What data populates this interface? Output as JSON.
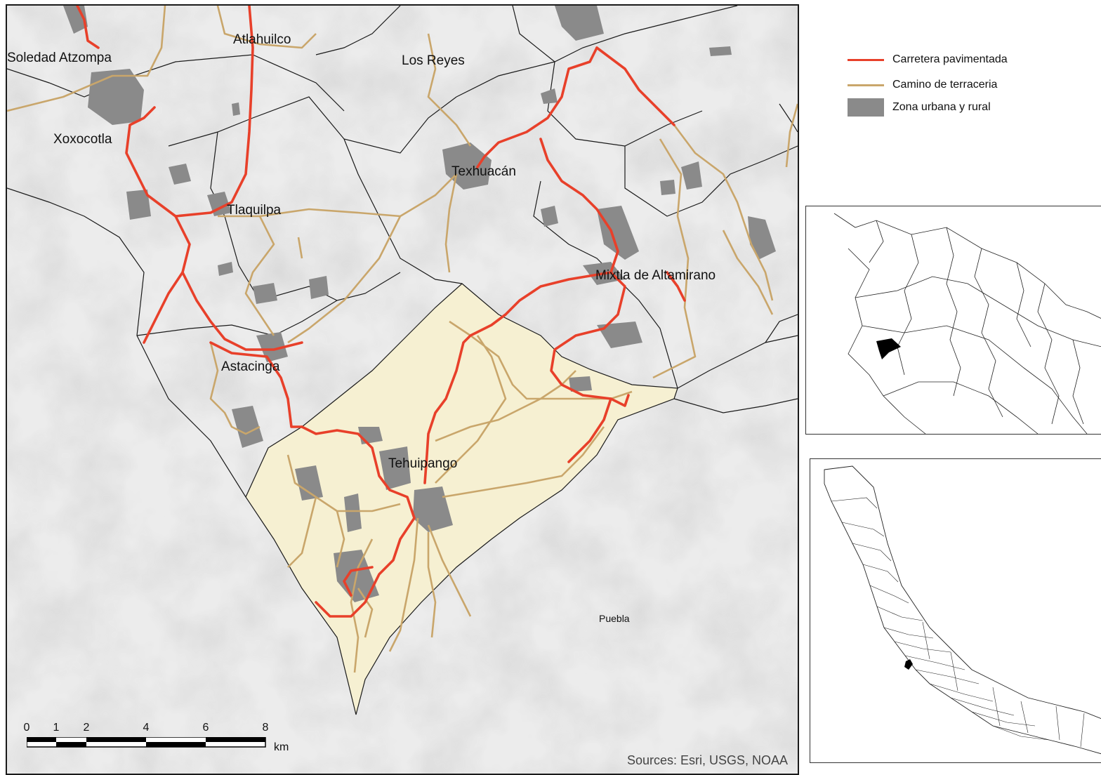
{
  "map": {
    "place_labels": {
      "soledad": "Soledad Atzompa",
      "atlahuilco": "Atlahuilco",
      "los_reyes": "Los Reyes",
      "xoxocotla": "Xoxocotla",
      "texhuacan": "Texhuacán",
      "tlaquilpa": "Tlaquilpa",
      "mixtla": "Mixtla de Altamirano",
      "astacinga": "Astacinga",
      "tehuipango": "Tehuipango",
      "puebla": "Puebla"
    },
    "sources": "Sources: Esri, USGS, NOAA",
    "highlight_area": "Tehuipango",
    "colors": {
      "paved_road": "#e8402a",
      "dirt_road": "#c9a66b",
      "urban_zone": "#8a8a8a",
      "highlight_fill": "#f6f0d2",
      "basemap": "#ececec",
      "boundary": "#1a1a1a"
    }
  },
  "legend": {
    "items": [
      {
        "label": "Carretera pavimentada",
        "symbol": "line",
        "color": "#e8402a"
      },
      {
        "label": "Camino de terraceria",
        "symbol": "line",
        "color": "#c9a66b"
      },
      {
        "label": "Zona urbana y rural",
        "symbol": "fill",
        "color": "#8a8a8a"
      }
    ]
  },
  "scale_bar": {
    "ticks": [
      "0",
      "1",
      "2",
      "4",
      "6",
      "8"
    ],
    "unit": "km"
  },
  "insets": [
    {
      "name": "regional-locator",
      "highlight_color": "#000000"
    },
    {
      "name": "state-locator",
      "highlight_color": "#000000"
    }
  ]
}
